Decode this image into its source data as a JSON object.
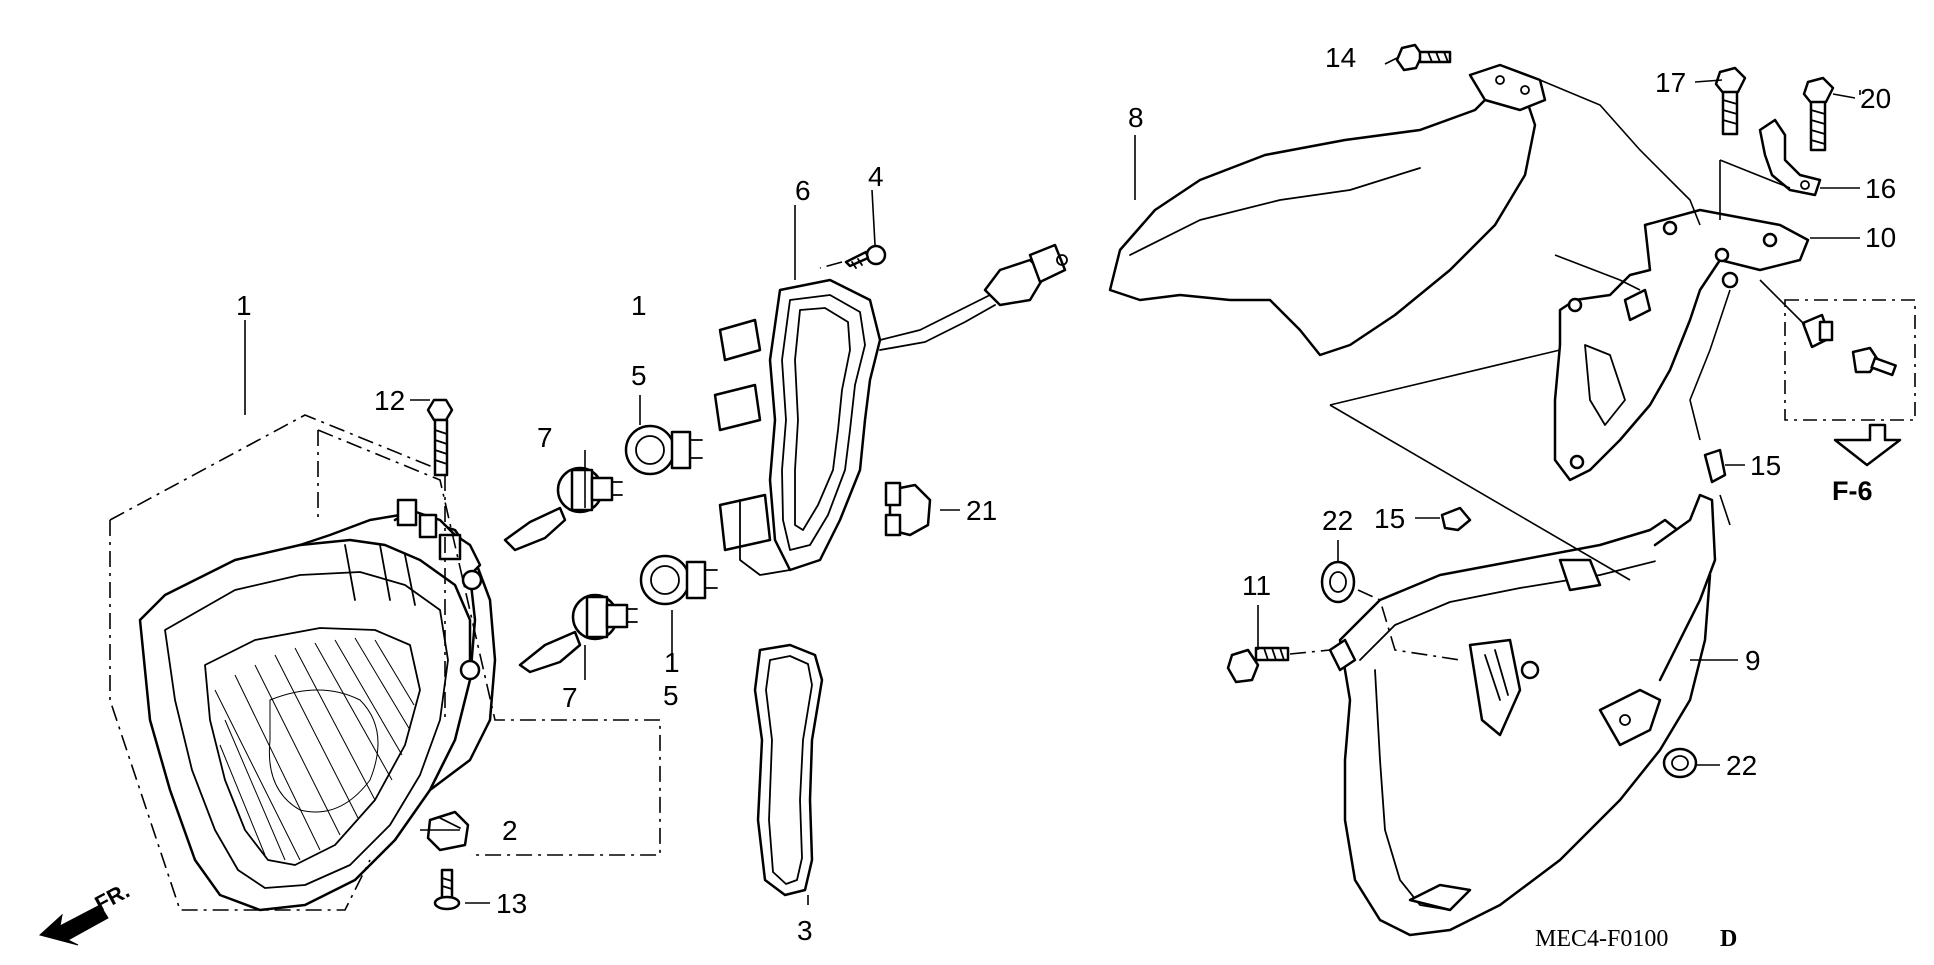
{
  "callouts": {
    "c1_top": "1",
    "c1_bulb_top": "1",
    "c1_bulb_bottom": "1",
    "c2": "2",
    "c3": "3",
    "c4": "4",
    "c5_top": "5",
    "c5_bottom": "5",
    "c6": "6",
    "c7_top": "7",
    "c7_bottom": "7",
    "c8": "8",
    "c9": "9",
    "c10": "10",
    "c11": "11",
    "c12": "12",
    "c13": "13",
    "c14": "14",
    "c15_left": "15",
    "c15_right": "15",
    "c16": "16",
    "c17": "17",
    "c20": "20",
    "c21": "21",
    "c22_top": "22",
    "c22_right": "22"
  },
  "section_ref": "F-6",
  "front_label": "FR.",
  "drawing_code": "MEC4-F0100",
  "drawing_suffix": "D"
}
